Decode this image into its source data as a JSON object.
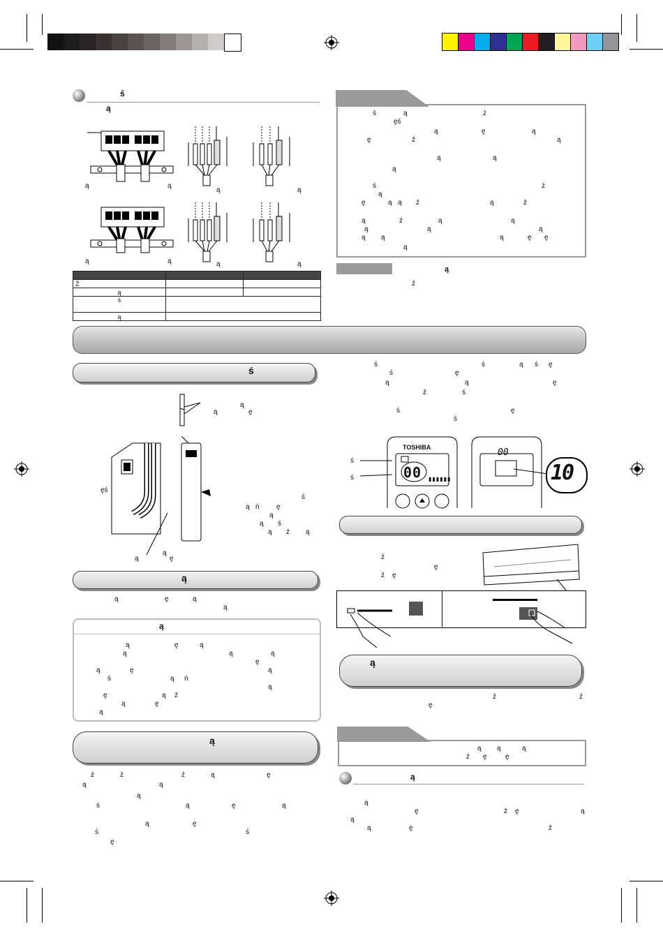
{
  "colors": {
    "gray_swatches": [
      "#111111",
      "#1c1c1c",
      "#2a2424",
      "#3a3232",
      "#4a4242",
      "#5a5252",
      "#6c6464",
      "#837c7c",
      "#9c9696",
      "#b5b0b0",
      "#cfcbcb",
      "#ffffff"
    ],
    "color_swatches": [
      "#fff200",
      "#ec008c",
      "#00aeef",
      "#2e3192",
      "#00a651",
      "#ed1c24",
      "#231f20",
      "#fff799",
      "#f49ac1",
      "#6dcff6",
      "#939598"
    ]
  },
  "top_left": {
    "heading_glyph_1": "ś",
    "heading_glyph_2": "ą",
    "caption_glyph": "ą",
    "table_glyphs": [
      "Ź",
      "ą",
      "ś",
      "ą"
    ]
  },
  "top_right": {
    "glyph_rows": [
      [
        "ś",
        "ą",
        "ż"
      ],
      [
        "ęś"
      ],
      [
        "ą",
        "ę",
        "ą"
      ],
      [
        "ę",
        "ź",
        "ą"
      ],
      [
        "ą",
        "ą"
      ],
      [
        "ą"
      ],
      [
        "ś",
        "ż"
      ],
      [
        "ą"
      ],
      [
        "ę",
        "ą",
        "ą",
        "ź",
        "ą",
        "ź"
      ],
      [
        "ą",
        "ź",
        "ą",
        "ą"
      ],
      [
        "ą",
        "ą",
        "ą"
      ],
      [
        "ą",
        "ą",
        "ą",
        "ę",
        "ę"
      ],
      [
        "ą"
      ]
    ],
    "note_glyph": "ą",
    "note_glyph2": "ź"
  },
  "left_section1": {
    "title_glyph": "ś",
    "callout_glyphs": [
      "ą",
      "ą",
      "ę"
    ],
    "side_glyph": "ęś",
    "right_glyphs": [
      "ś",
      "ą",
      "ń",
      "ę",
      "ą",
      "ą",
      "ś",
      "ą",
      "ź",
      "ą"
    ],
    "bottom_glyphs": [
      "ą",
      "ą",
      "ę"
    ]
  },
  "left_section2": {
    "title_glyph": "ą",
    "line_glyphs": [
      "ą",
      "ę",
      "ą",
      "ą"
    ],
    "box_title_glyph": "ą",
    "box_glyphs": [
      "ą",
      "ę",
      "ą",
      "ą",
      "ą",
      "ę",
      "ą",
      "ą",
      "ę",
      "ą",
      "ś",
      "ą",
      "ń",
      "ą",
      "ę",
      "ą",
      "ź",
      "ą",
      "ę",
      "ą"
    ]
  },
  "left_section3": {
    "title_glyph": "ą",
    "glyphs": [
      "ż",
      "ż",
      "ż",
      "ą",
      "ę",
      "ą",
      "ą",
      "ą",
      "ś",
      "ą",
      "ę",
      "ą",
      "ą",
      "ę",
      "ś",
      "ś",
      "ę"
    ]
  },
  "right_section1": {
    "glyphs": [
      "ś",
      "ś",
      "ą",
      "ś",
      "ę",
      "ś",
      "ę",
      "ą",
      "ą",
      "ę",
      "ź",
      "ś",
      "ś",
      "ę",
      "ś"
    ],
    "remote_brand": "TOSHIBA",
    "remote_display": "00",
    "remote_display_small": "00",
    "zoom_display": "10",
    "remote_label_glyphs": [
      "ś",
      "ś"
    ]
  },
  "right_section2": {
    "glyphs": [
      "ź",
      "ę",
      "ź",
      "ę"
    ]
  },
  "right_section3": {
    "title_glyph": "ą",
    "glyphs": [
      "ź",
      "ź",
      "ę"
    ]
  },
  "right_note": {
    "glyphs": [
      "ą",
      "ą",
      "ą",
      "ź",
      "ę",
      "ę"
    ]
  },
  "right_bottom": {
    "heading_glyph": "ą",
    "glyphs": [
      "ą",
      "ę",
      "ź",
      "ę",
      "ą",
      "ą",
      "ą",
      "ę",
      "ź"
    ]
  }
}
